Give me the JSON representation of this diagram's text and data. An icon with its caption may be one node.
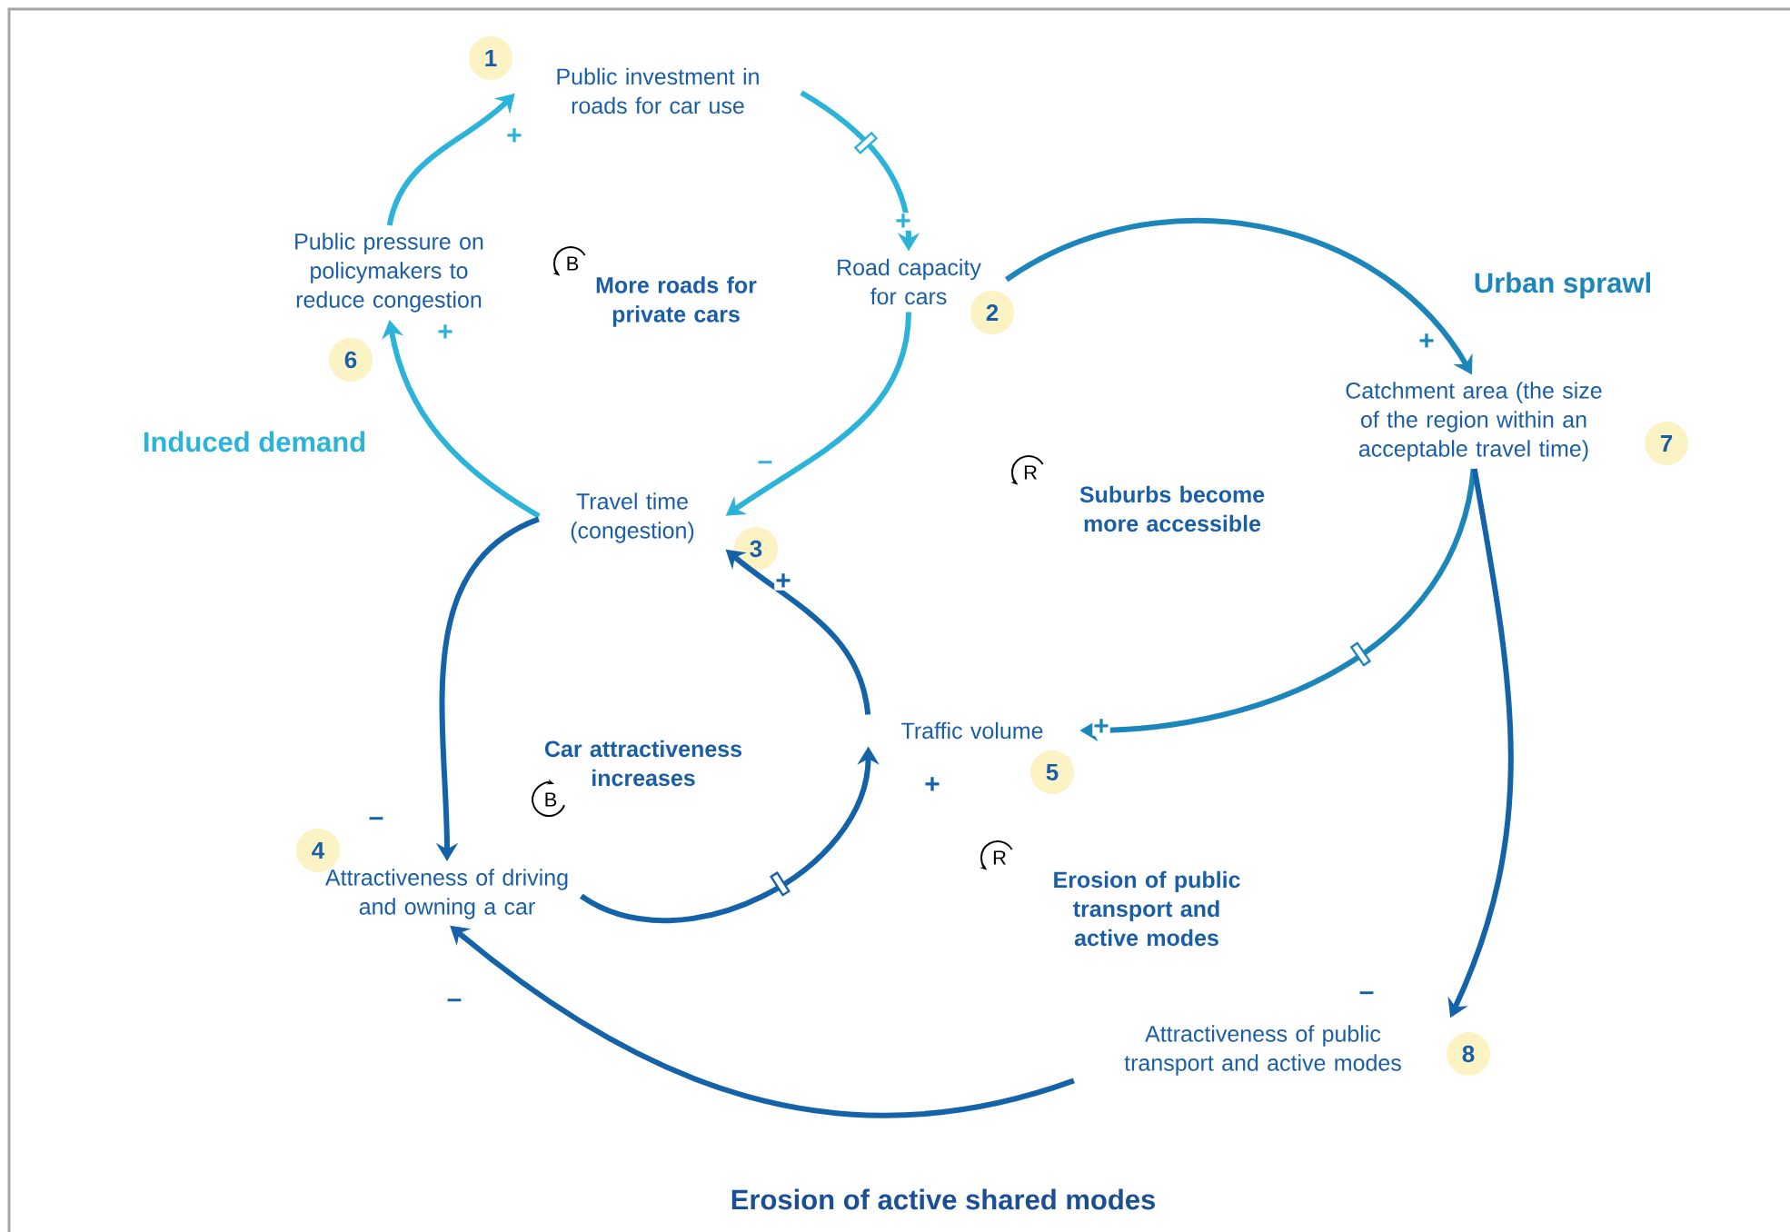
{
  "diagram": {
    "nodes": [
      {
        "text": [
          "Public investment in roads for car use",
          "1"
        ]
      },
      {
        "text": [
          "Road capacity for cars",
          "2"
        ]
      },
      {
        "text": [
          "Travel time (congestion)",
          "3"
        ]
      },
      {
        "text": [
          "Attractiveness of driving and owning a car",
          "4"
        ]
      },
      {
        "text": [
          "Traffic volume",
          "5"
        ]
      },
      {
        "text": [
          "Public pressure on policymakers to reduce congestion",
          "6"
        ]
      },
      {
        "text": [
          "Catchment area (the size of the region within an acceptable travel time)",
          "7"
        ]
      },
      {
        "text": [
          "Attractiveness of public transport and active modes",
          "8"
        ]
      }
    ],
    "edges": [
      {
        "from": 5,
        "to": 0,
        "arrow": "to",
        "label": "+",
        "color": "#2bb3d9"
      },
      {
        "from": 0,
        "to": 1,
        "arrow": "to",
        "label": "+",
        "color": "#2bb3d9"
      },
      {
        "from": 1,
        "to": 2,
        "arrow": "to",
        "label": "–",
        "color": "#2bb3d9"
      },
      {
        "from": 2,
        "to": 5,
        "arrow": "to",
        "label": "+",
        "color": "#2bb3d9"
      },
      {
        "from": 1,
        "to": 6,
        "arrow": "to",
        "label": "+",
        "color": "#1c86bb"
      },
      {
        "from": 6,
        "to": 4,
        "arrow": "to",
        "label": "+",
        "color": "#1c86bb"
      },
      {
        "from": 6,
        "to": 7,
        "arrow": "to",
        "label": "–"
      },
      {
        "from": 2,
        "to": 3,
        "arrow": "to",
        "label": "–"
      },
      {
        "from": 3,
        "to": 4,
        "arrow": "to",
        "label": "+"
      },
      {
        "from": 4,
        "to": 2,
        "arrow": "to",
        "label": "+"
      },
      {
        "from": 7,
        "to": 3,
        "arrow": "to",
        "label": "–"
      }
    ],
    "labels": [
      "B",
      "More roads for private cars",
      "Urban sprawl",
      "Induced demand",
      "R",
      "Suburbs become more accessible",
      "Car attractiveness increases",
      "B",
      "R",
      "Erosion of public transport and active modes",
      "Erosion of active shared modes"
    ]
  }
}
